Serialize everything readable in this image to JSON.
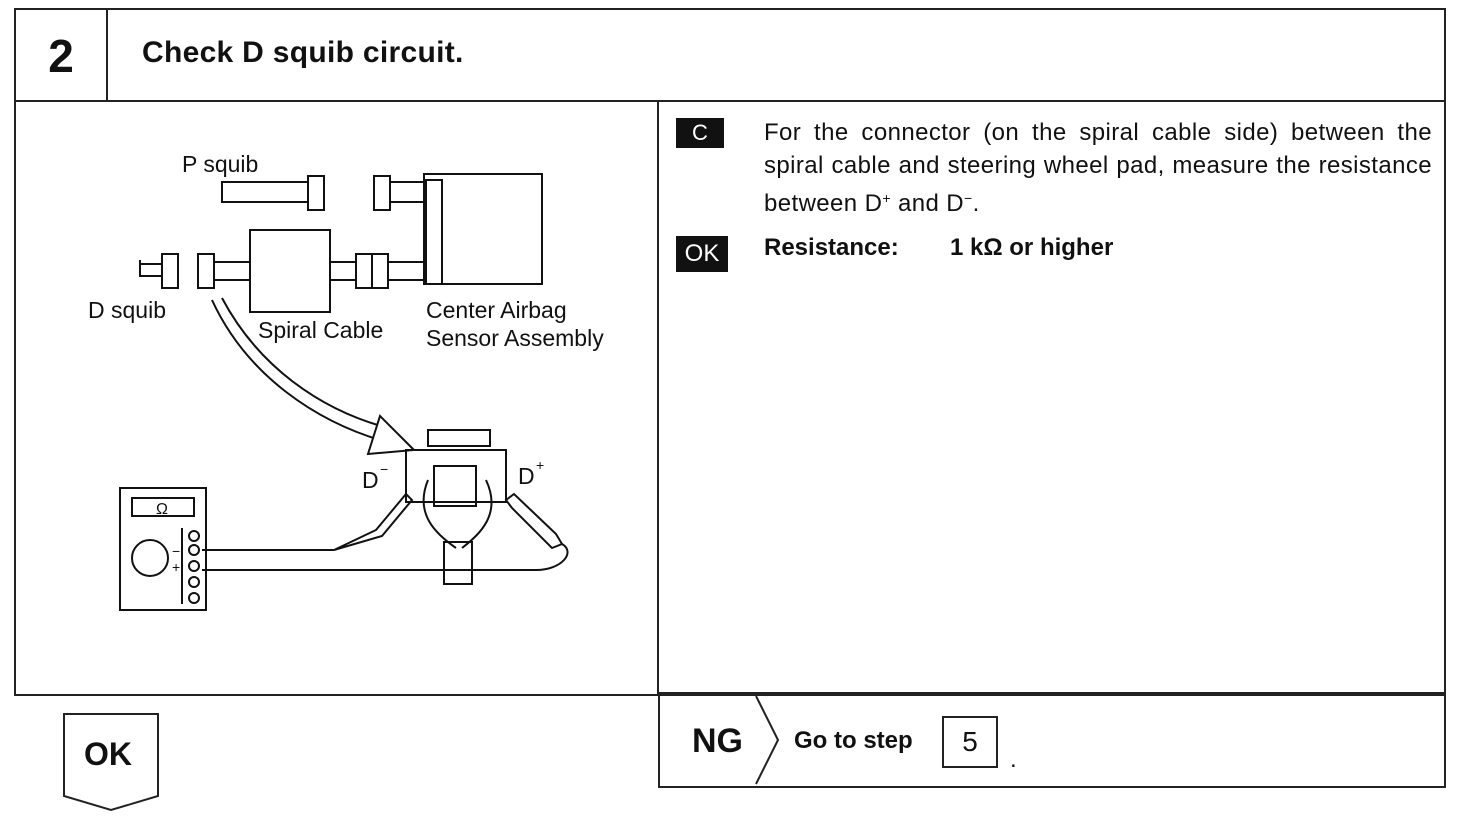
{
  "step": {
    "number": "2",
    "title": "Check D squib circuit."
  },
  "diagram": {
    "labels": {
      "p_squib": "P squib",
      "d_squib": "D squib",
      "spiral_cable": "Spiral Cable",
      "center_airbag_line1": "Center Airbag",
      "center_airbag_line2": "Sensor Assembly",
      "d_minus": "D",
      "d_minus_sup": "−",
      "d_plus": "D",
      "d_plus_sup": "+",
      "ohm_symbol": "Ω",
      "meter_minus": "−",
      "meter_plus": "+"
    }
  },
  "check": {
    "tag": "C",
    "instruction_part1": "For the connector (on the spiral cable side) between the spiral cable and steering wheel pad, measure the resistance between D",
    "sup_plus": "+",
    "instruction_part2": " and D",
    "sup_minus": "−",
    "instruction_part3": "."
  },
  "spec": {
    "tag": "OK",
    "label": "Resistance:",
    "value": "1 kΩ or higher"
  },
  "result": {
    "ok_label": "OK",
    "ng_label": "NG",
    "goto_text": "Go to step",
    "goto_step": "5",
    "period": "."
  }
}
